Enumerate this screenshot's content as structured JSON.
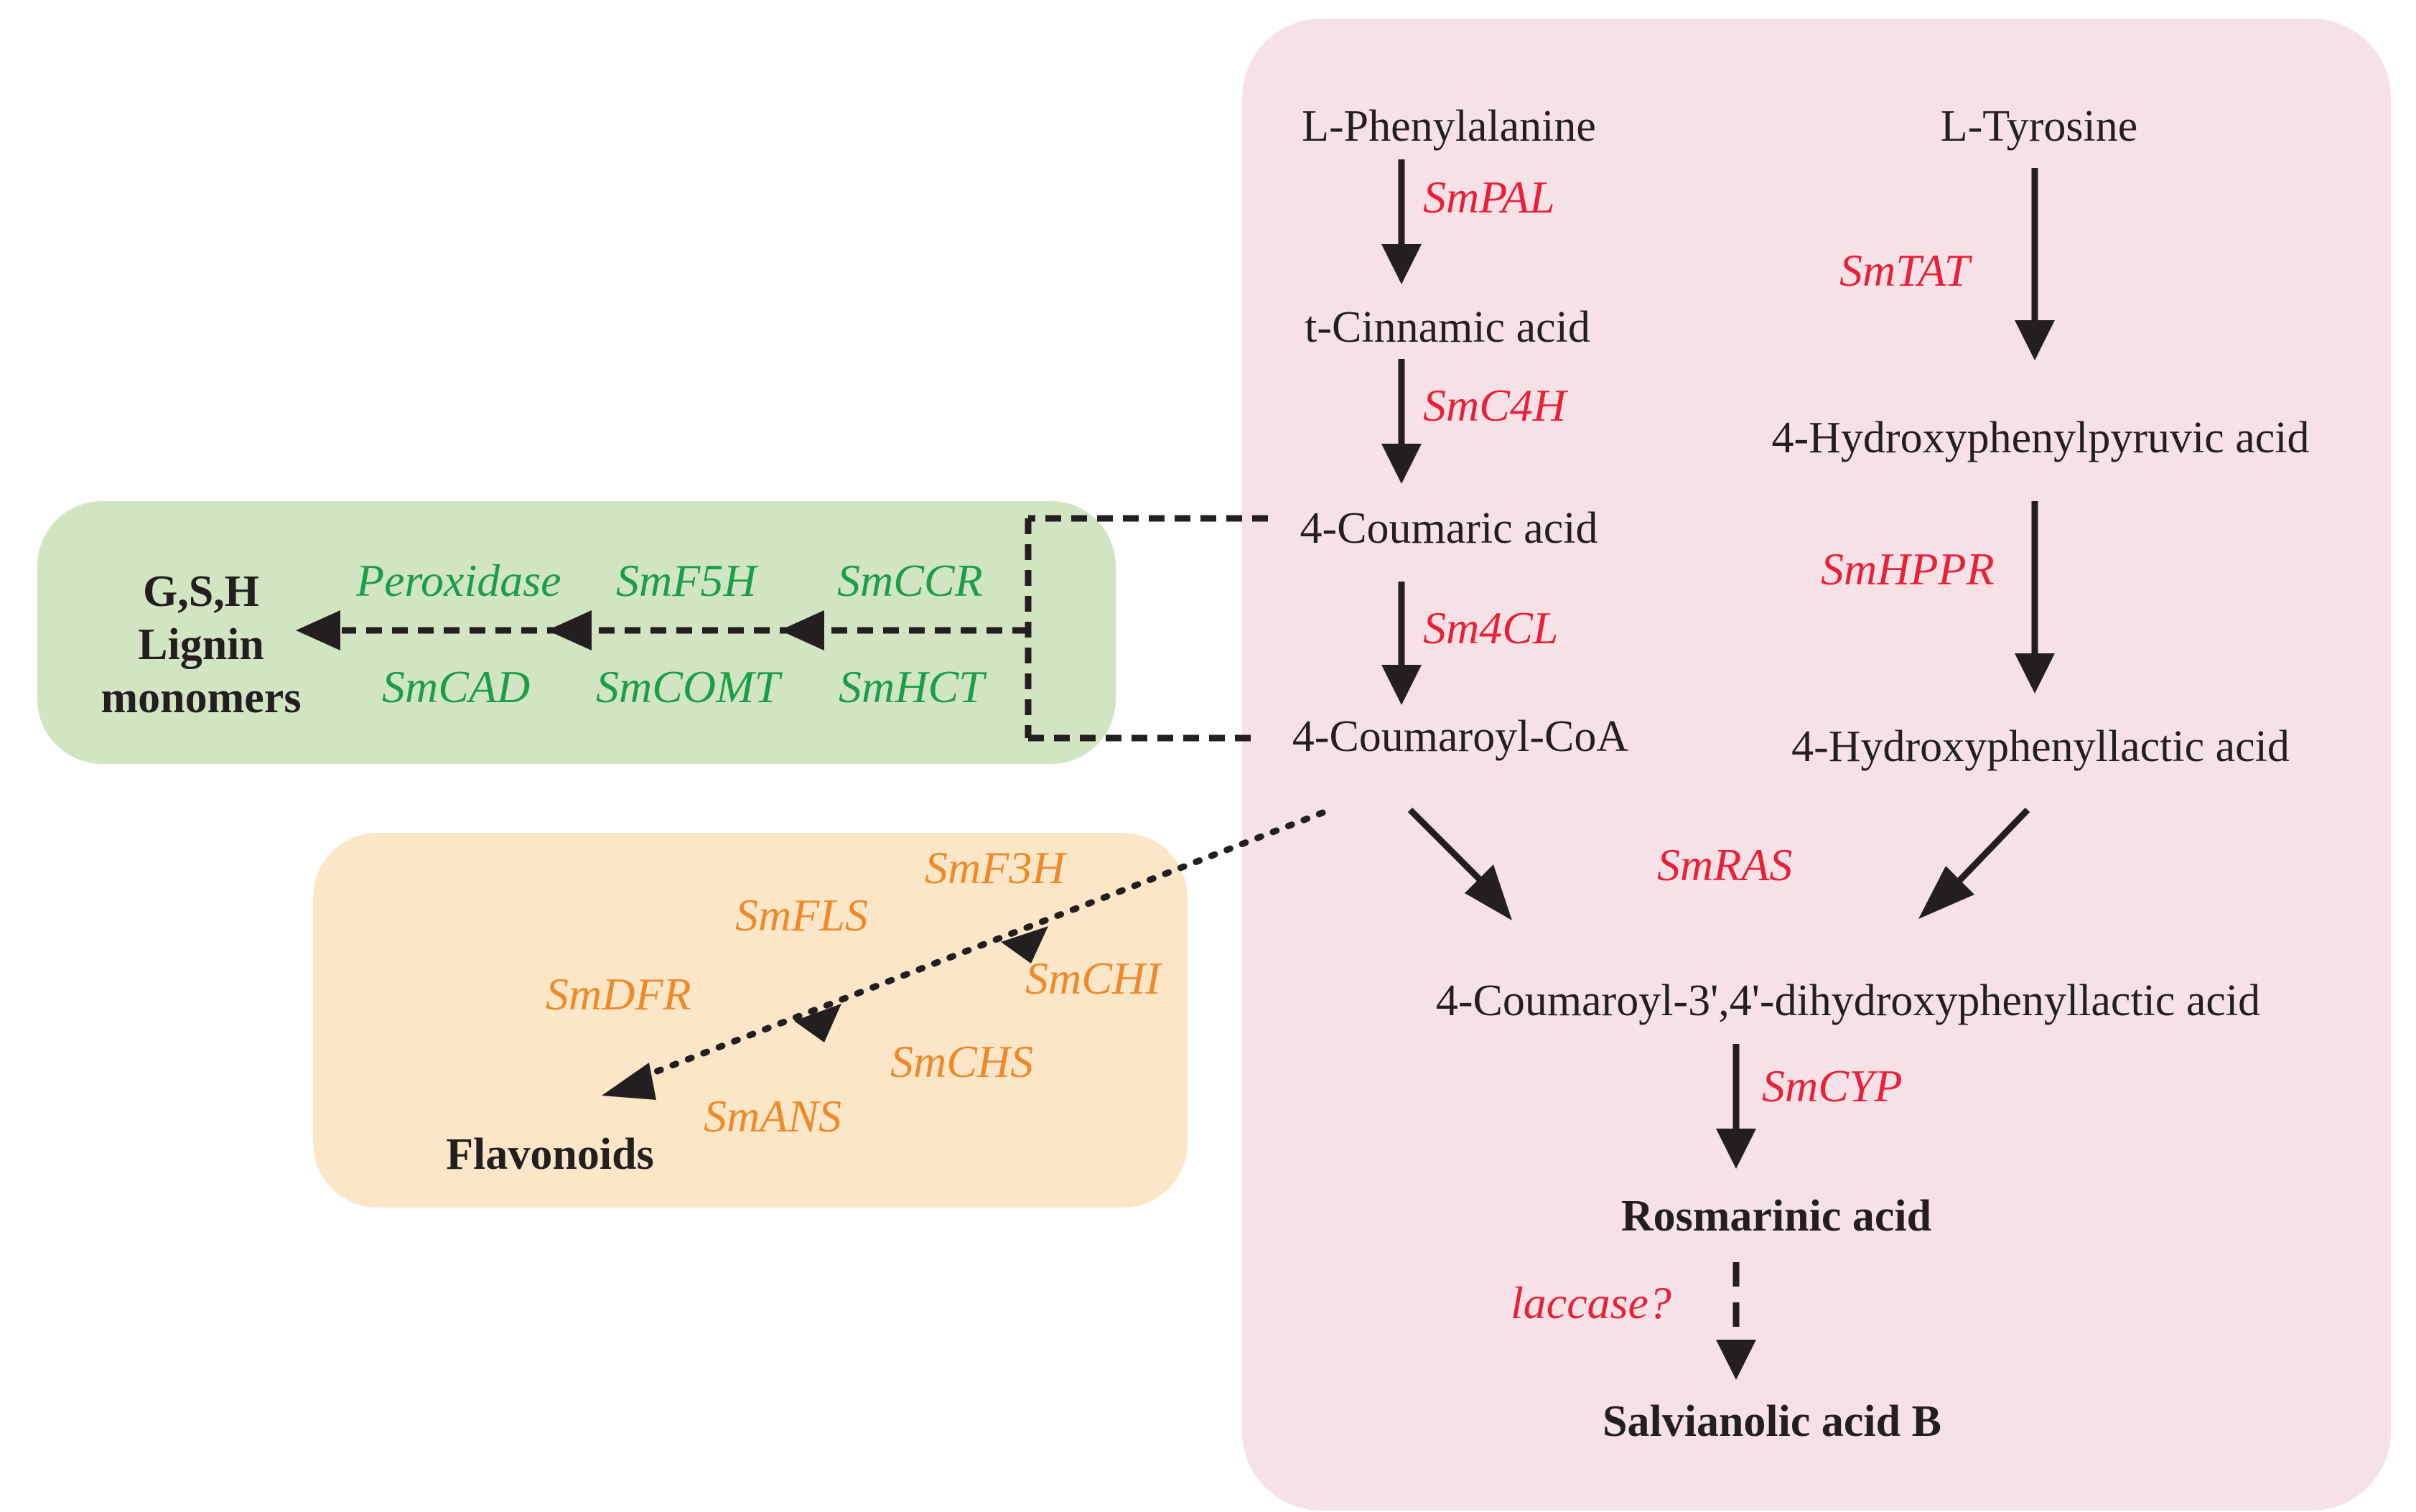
{
  "colors": {
    "pink_panel": "#f6e2e6",
    "green_panel": "#d2e5c2",
    "orange_panel": "#fbe7c7",
    "enzyme_red": "#e8213a",
    "enzyme_green": "#1a9e4a",
    "enzyme_orange": "#ee8a2a",
    "text_dark": "#231f20"
  },
  "compounds": {
    "l_phenylalanine": "L-Phenylalanine",
    "l_tyrosine": "L-Tyrosine",
    "t_cinnamic_acid": "t-Cinnamic acid",
    "hydroxyphenylpyruvic_acid": "4-Hydroxyphenylpyruvic acid",
    "coumaric_acid": "4-Coumaric acid",
    "coumaroyl_coa": "4-Coumaroyl-CoA",
    "hydroxyphenyllactic_acid": "4-Hydroxyphenyllactic acid",
    "coumaroyl_dihydroxyphenyllactic_acid": "4-Coumaroyl-3',4'-dihydroxyphenyllactic acid",
    "rosmarinic_acid": "Rosmarinic acid",
    "salvianolic_acid_b": "Salvianolic acid B",
    "lignin_line1": "G,S,H",
    "lignin_line2": "Lignin",
    "lignin_line3": "monomers",
    "flavonoids": "Flavonoids"
  },
  "enzymes_red": {
    "pal": "SmPAL",
    "c4h": "SmC4H",
    "cl4": "Sm4CL",
    "tat": "SmTAT",
    "hppr": "SmHPPR",
    "ras": "SmRAS",
    "cyp": "SmCYP",
    "laccase": "laccase?"
  },
  "enzymes_green": {
    "peroxidase": "Peroxidase",
    "f5h": "SmF5H",
    "ccr": "SmCCR",
    "cad": "SmCAD",
    "comt": "SmCOMT",
    "hct": "SmHCT"
  },
  "enzymes_orange": {
    "f3h": "SmF3H",
    "fls": "SmFLS",
    "chi": "SmCHI",
    "dfr": "SmDFR",
    "chs": "SmCHS",
    "ans": "SmANS"
  }
}
